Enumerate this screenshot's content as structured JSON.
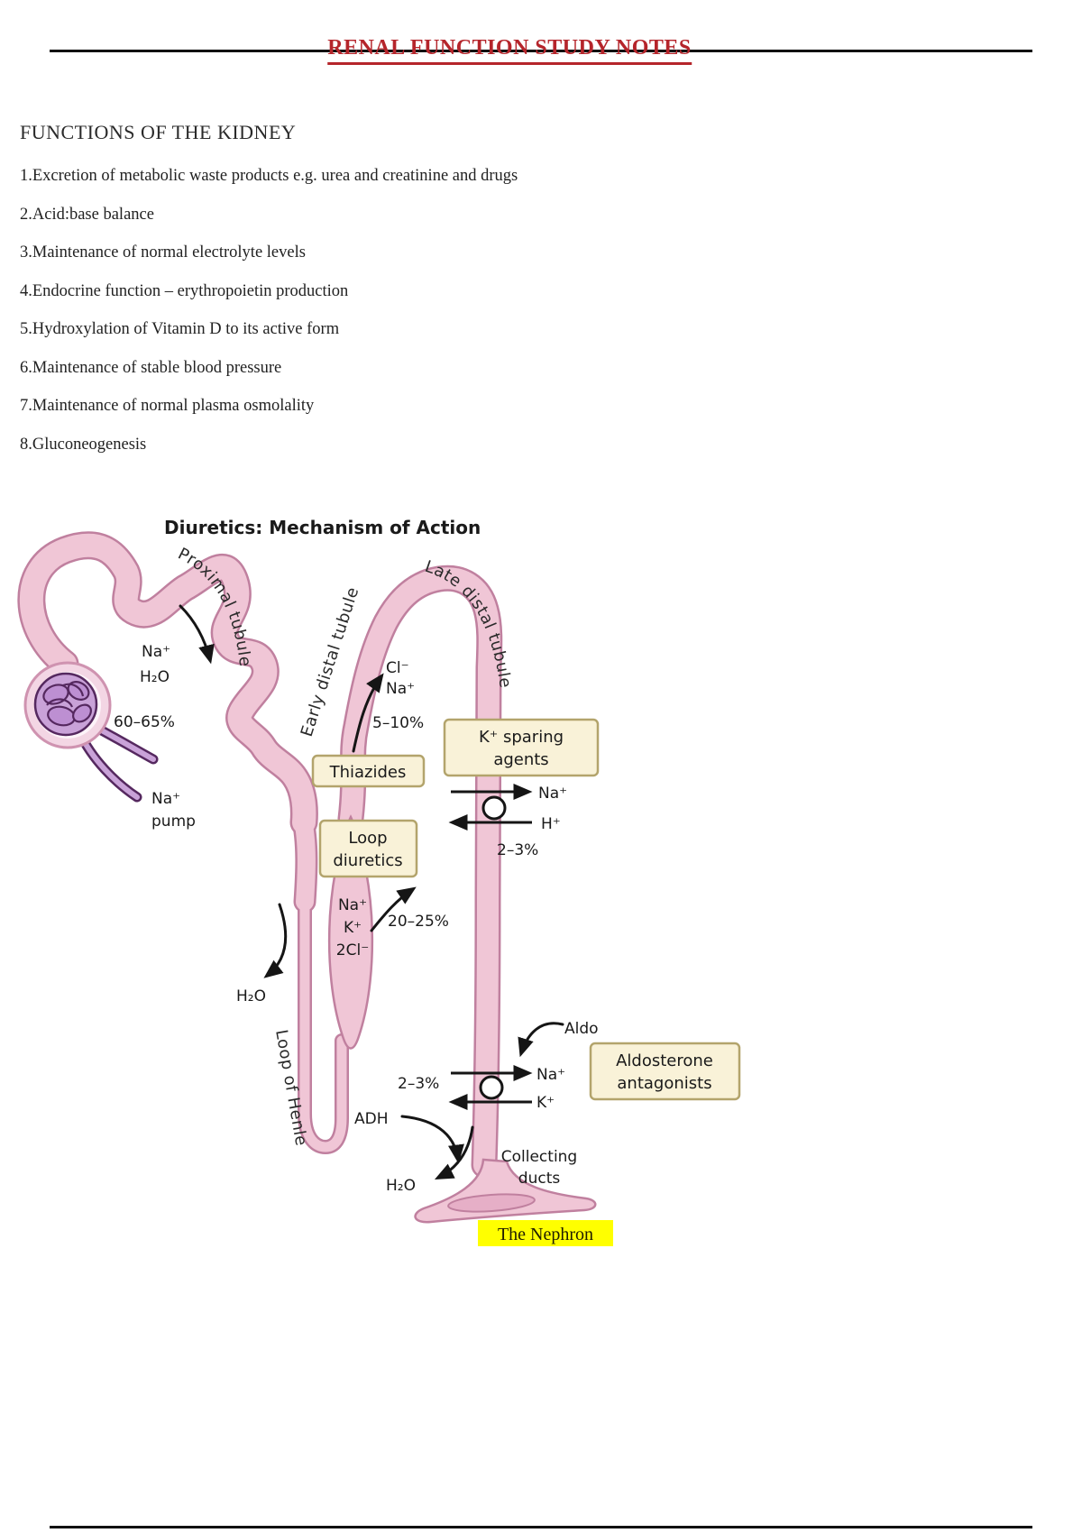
{
  "header": {
    "title": "RENAL FUNCTION STUDY NOTES"
  },
  "section_heading": "FUNCTIONS OF THE KIDNEY",
  "functions_list": [
    "1.Excretion of metabolic waste products e.g. urea and creatinine and drugs",
    "2.Acid:base balance",
    "3.Maintenance of normal electrolyte levels",
    "4.Endocrine function – erythropoietin production",
    "5.Hydroxylation of Vitamin D to its active form",
    "6.Maintenance of stable blood pressure",
    "7.Maintenance of normal plasma osmolality",
    "8.Gluconeogenesis"
  ],
  "diagram": {
    "title": "Diuretics: Mechanism of Action",
    "caption": "The Nephron",
    "segment_labels": {
      "proximal_tubule": "Proximal tubule",
      "early_distal_tubule": "Early distal tubule",
      "late_distal_tubule": "Late distal tubule",
      "loop_of_henle": "Loop of Henle",
      "collecting_line1": "Collecting",
      "collecting_line2": "ducts"
    },
    "boxes": {
      "thiazides": "Thiazides",
      "k_sparing_line1": "K⁺ sparing",
      "k_sparing_line2": "agents",
      "loop_diuretics_line1": "Loop",
      "loop_diuretics_line2": "diuretics",
      "aldosterone_line1": "Aldosterone",
      "aldosterone_line2": "antagonists"
    },
    "annotations": {
      "prox_na": "Na⁺",
      "prox_h2o": "H₂O",
      "pct_prox": "60–65%",
      "na_pump_line1": "Na⁺",
      "na_pump_line2": "pump",
      "thiazide_cl": "Cl⁻",
      "thiazide_na": "Na⁺",
      "pct_early_distal": "5–10%",
      "nkcc_na": "Na⁺",
      "nkcc_k": "K⁺",
      "nkcc_2cl": "2Cl⁻",
      "pct_loop": "20–25%",
      "h2o_descending": "H₂O",
      "nah_na": "Na⁺",
      "nah_h": "H⁺",
      "pct_late_distal": "2–3%",
      "aldo": "Aldo",
      "nak_na": "Na⁺",
      "nak_k": "K⁺",
      "pct_collecting": "2–3%",
      "adh": "ADH",
      "h2o_collecting": "H₂O"
    },
    "colors": {
      "title_red": "#b5252b",
      "tube_fill": "#f0c6d6",
      "tube_edge": "#c0809f",
      "glomerulus_fill": "#c9a2d8",
      "glomerulus_edge": "#55285f",
      "box_fill": "#f9f2d8",
      "box_edge": "#b3a46c",
      "highlight_yellow": "#ffff00",
      "arrow_black": "#151515"
    }
  }
}
